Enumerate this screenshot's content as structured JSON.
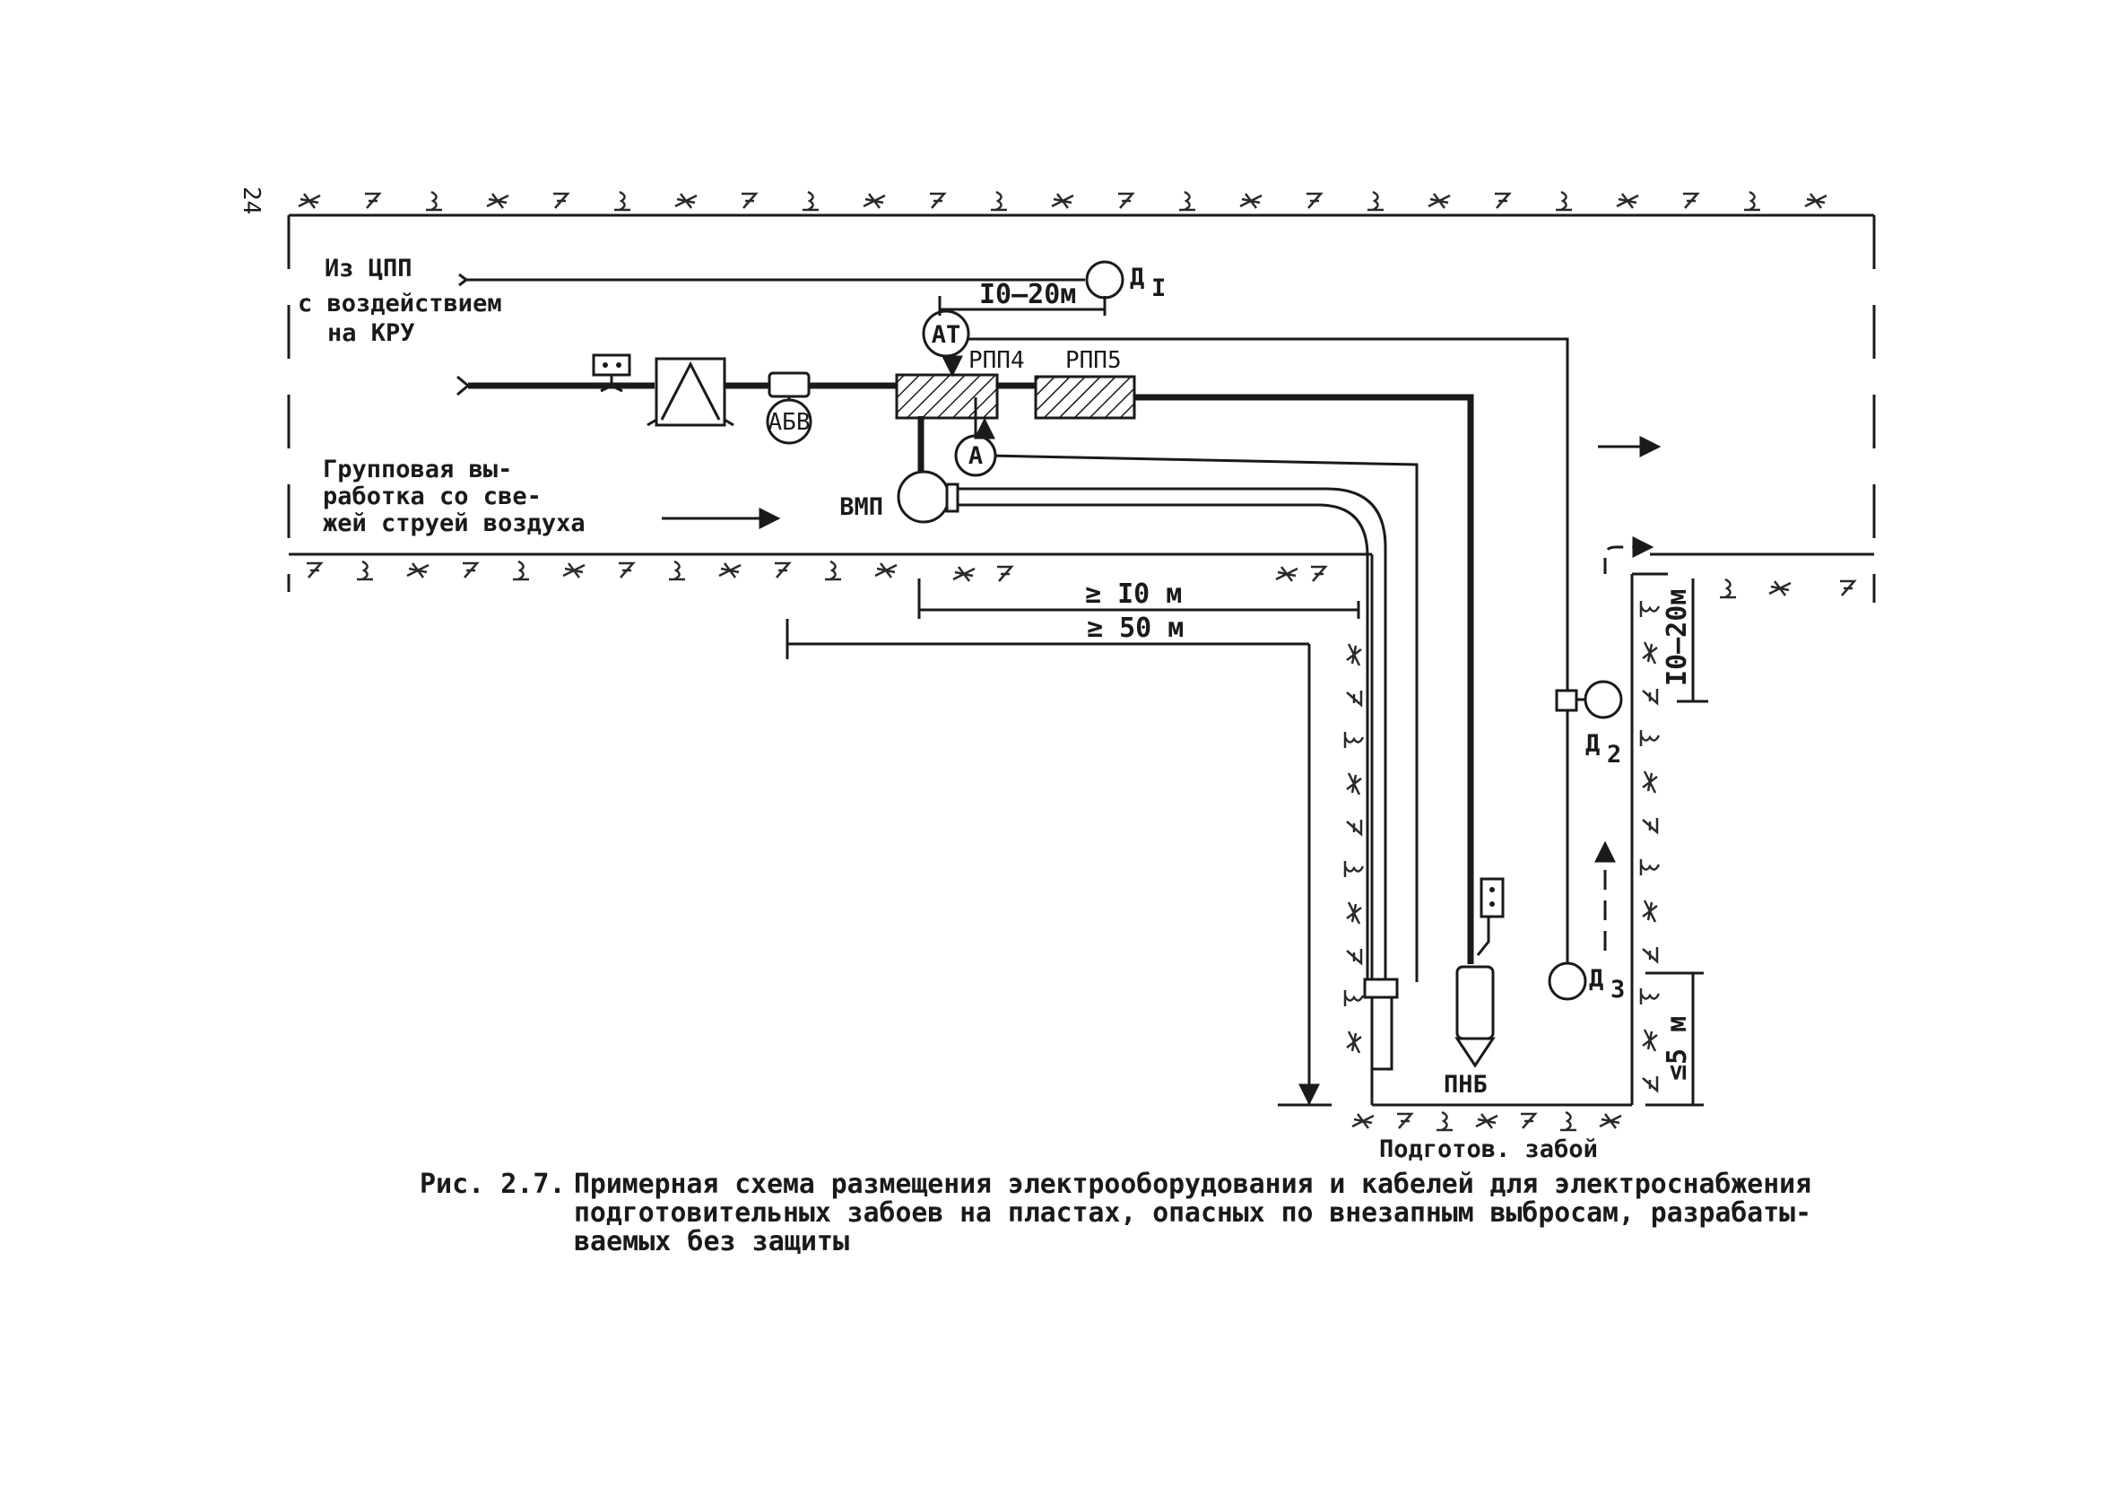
{
  "page_number": "24",
  "labels": {
    "source_line1": "Из ЦПП",
    "source_line2": "с воздействием",
    "source_line3": "на КРУ",
    "group_line1": "Групповая вы-",
    "group_line2": "работка со све-",
    "group_line3": "жей струей воздуха",
    "face": "Подготов. забой"
  },
  "equipment": {
    "d1": "Д",
    "d1_sub": "I",
    "d2": "Д",
    "d2_sub": "2",
    "d3": "Д",
    "d3_sub": "3",
    "at": "АТ",
    "a": "А",
    "abv": "АБВ",
    "vmp": "ВМП",
    "rpp4": "РПП4",
    "rpp5": "РПП5",
    "pnb": "ПНБ"
  },
  "dimensions": {
    "d1_distance": "I0–20м",
    "d2_distance": "I0–20м",
    "min_10": "≥ I0 м",
    "min_50": "≥ 50 м",
    "max_5": "≤5 м"
  },
  "caption": {
    "prefix": "Рис. 2.7.",
    "line1": "Примерная схема размещения электрооборудования и кабелей для электроснабжения",
    "line2": "подготовительных забоев на пластах, опасных по внезапным выбросам, разрабаты-",
    "line3": "ваемых без защиты"
  }
}
